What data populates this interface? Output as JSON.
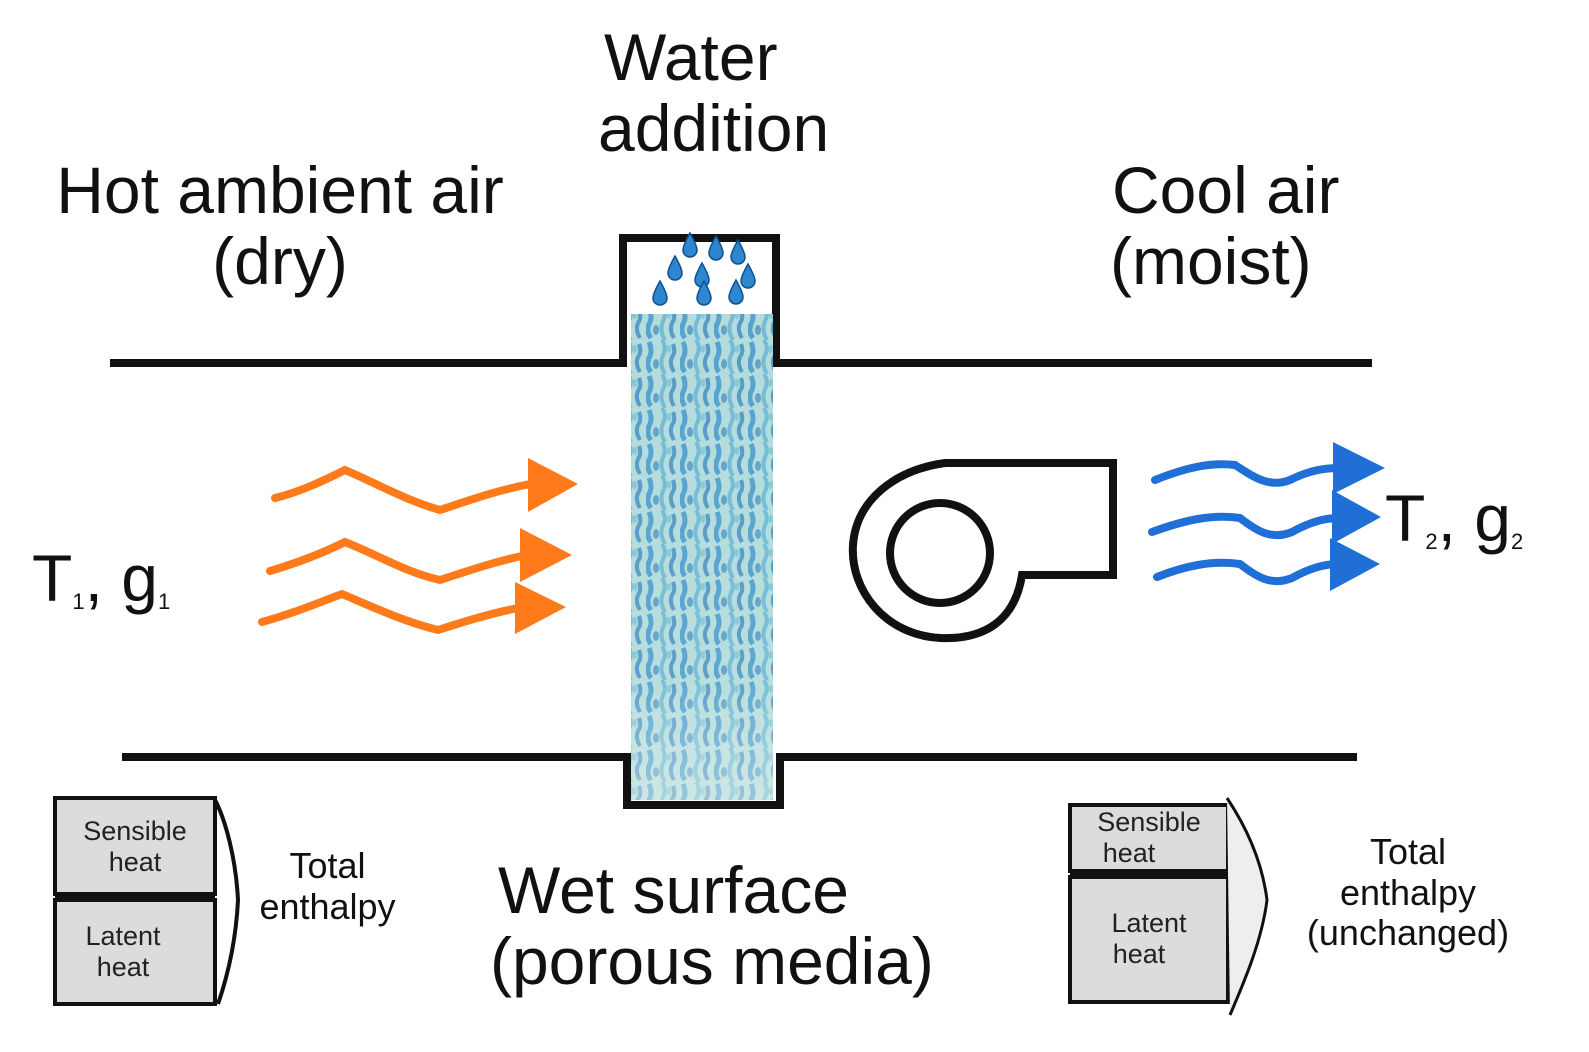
{
  "labels": {
    "inlet_line1": "Hot ambient air",
    "inlet_line2": "(dry)",
    "water_line1": "Water",
    "water_line2": "addition",
    "outlet_line1": "Cool air",
    "outlet_line2": "(moist)",
    "media_line1": "Wet surface",
    "media_line2": "(porous media)"
  },
  "inlet_state": {
    "t": "T",
    "t_sub": "1",
    "sep": ",",
    "g": "g",
    "g_sub": "1"
  },
  "outlet_state": {
    "t": "T",
    "t_sub": "2",
    "sep": ",",
    "g": "g",
    "g_sub": "2"
  },
  "left_enthalpy": {
    "sensible": [
      "Sensible",
      "heat"
    ],
    "latent": [
      "Latent",
      "heat"
    ],
    "total": [
      "Total",
      "enthalpy"
    ]
  },
  "right_enthalpy": {
    "sensible": [
      "Sensible",
      "heat"
    ],
    "latent": [
      "Latent",
      "heat"
    ],
    "total": [
      "Total",
      "enthalpy",
      "(unchanged)"
    ]
  },
  "colors": {
    "hot_air": "#ff7a1a",
    "cool_air": "#1f6fd6",
    "water": "#2f86d0",
    "media_light": "#a9d3d6",
    "media_dark": "#3a93c9",
    "box_fill": "#dcdcdc",
    "duct": "#111111"
  },
  "icons": [
    "wavy-arrow-icon",
    "water-drop-icon",
    "fan-icon"
  ]
}
